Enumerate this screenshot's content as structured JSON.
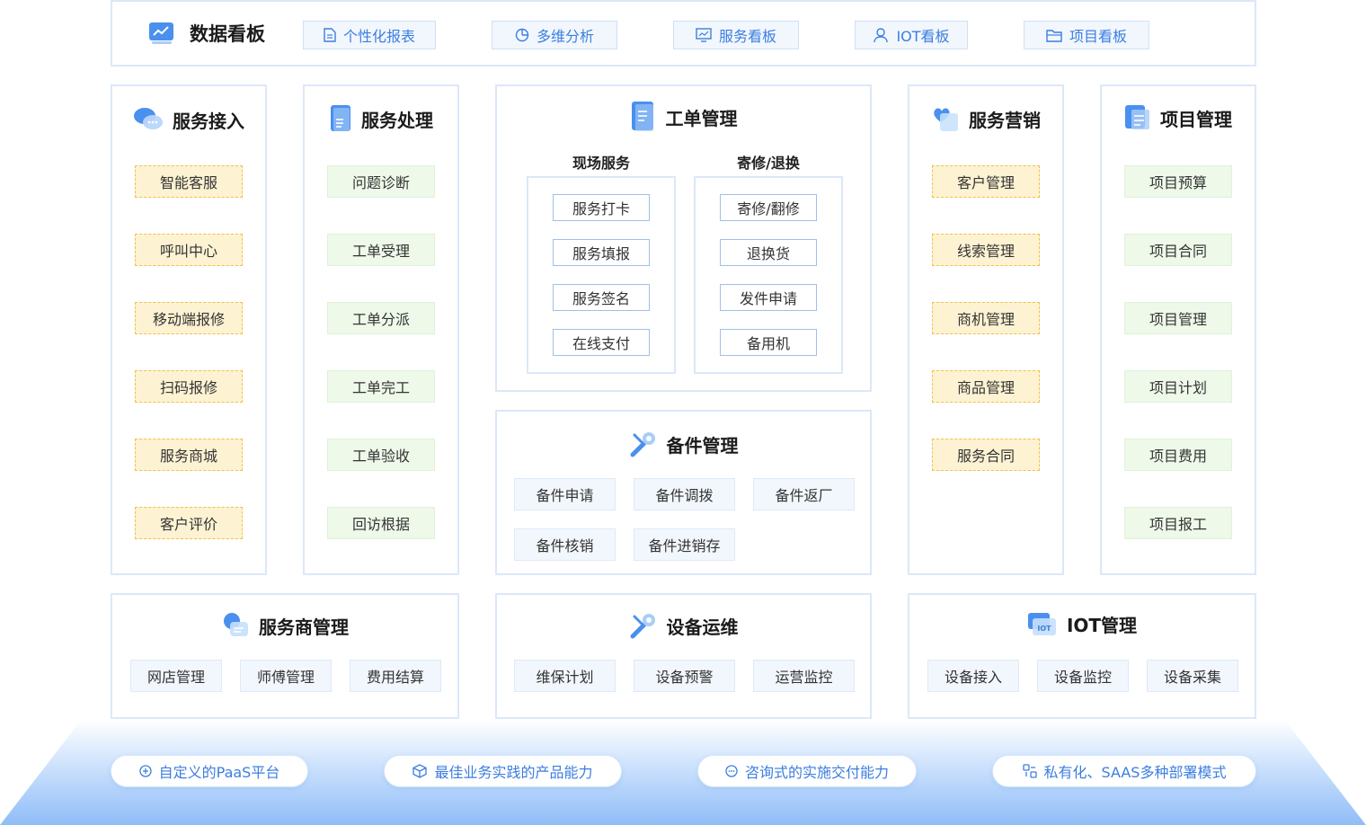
{
  "topbar": {
    "title": "数据看板",
    "tabs": [
      {
        "label": "个性化报表",
        "icon": "document-icon"
      },
      {
        "label": "多维分析",
        "icon": "pie-chart-icon"
      },
      {
        "label": "服务看板",
        "icon": "monitor-chart-icon"
      },
      {
        "label": "IOT看板",
        "icon": "user-icon"
      },
      {
        "label": "项目看板",
        "icon": "folder-icon"
      }
    ]
  },
  "service_access": {
    "title": "服务接入",
    "items": [
      "智能客服",
      "呼叫中心",
      "移动端报修",
      "扫码报修",
      "服务商城",
      "客户评价"
    ]
  },
  "service_processing": {
    "title": "服务处理",
    "items": [
      "问题诊断",
      "工单受理",
      "工单分派",
      "工单完工",
      "工单验收",
      "回访根据"
    ]
  },
  "work_order": {
    "title": "工单管理",
    "onsite": {
      "title": "现场服务",
      "items": [
        "服务打卡",
        "服务填报",
        "服务签名",
        "在线支付"
      ]
    },
    "repair": {
      "title": "寄修/退换",
      "items": [
        "寄修/翻修",
        "退换货",
        "发件申请",
        "备用机"
      ]
    }
  },
  "spare_parts": {
    "title": "备件管理",
    "items": [
      "备件申请",
      "备件调拨",
      "备件返厂",
      "备件核销",
      "备件进销存"
    ]
  },
  "marketing": {
    "title": "服务营销",
    "items": [
      "客户管理",
      "线索管理",
      "商机管理",
      "商品管理",
      "服务合同"
    ]
  },
  "project": {
    "title": "项目管理",
    "items": [
      "项目预算",
      "项目合同",
      "项目管理",
      "项目计划",
      "项目费用",
      "项目报工"
    ]
  },
  "provider": {
    "title": "服务商管理",
    "items": [
      "网店管理",
      "师傅管理",
      "费用结算"
    ]
  },
  "equipment": {
    "title": "设备运维",
    "items": [
      "维保计划",
      "设备预警",
      "运营监控"
    ]
  },
  "iot": {
    "title": "IOT管理",
    "icon_text": "IOT",
    "items": [
      "设备接入",
      "设备监控",
      "设备采集"
    ]
  },
  "features": [
    {
      "label": "自定义的PaaS平台",
      "icon": "plus-circle-icon"
    },
    {
      "label": "最佳业务实践的产品能力",
      "icon": "cube-icon"
    },
    {
      "label": "咨询式的实施交付能力",
      "icon": "chat-icon"
    },
    {
      "label": "私有化、SAAS多种部署模式",
      "icon": "grid-icon"
    }
  ],
  "colors": {
    "accent": "#3b7ee0",
    "border": "#dbe8f8",
    "yellow_chip": "#fdf2d2",
    "green_chip": "#eef9e9",
    "blue_chip": "#f2f7fd"
  }
}
